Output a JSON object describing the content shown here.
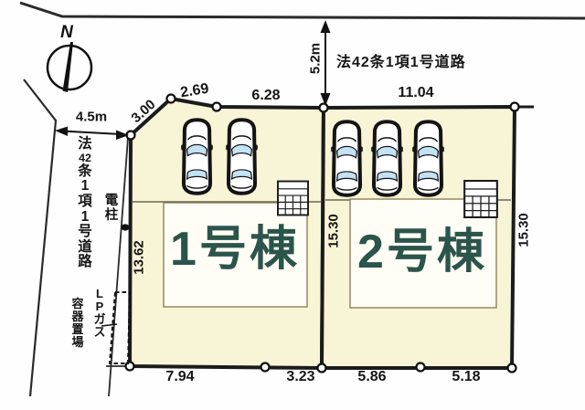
{
  "plan": {
    "compass_north_label": "N",
    "roads": {
      "top": {
        "label": "法42条1項1号道路",
        "width": "5.2m"
      },
      "left": {
        "label": "法42条1項1号道路",
        "width": "4.5m"
      }
    },
    "lots": [
      {
        "building_label": "1号棟",
        "top_dims": [
          "3.00",
          "2.69",
          "6.28"
        ],
        "left_dim": "13.62",
        "right_dim": "15.30",
        "bottom_dims": [
          "7.94",
          "3.23"
        ],
        "parking_spaces": 2
      },
      {
        "building_label": "2号棟",
        "top_dims": [
          "11.04"
        ],
        "right_dim": "15.30",
        "bottom_dims": [
          "5.86",
          "5.18"
        ],
        "parking_spaces": 3
      }
    ],
    "annotations": {
      "utility_pole": "電柱",
      "lp_gas_line1": "LPガス",
      "lp_gas_line2": "容器置場"
    },
    "colors": {
      "lot_fill": "#f8f4d6",
      "building_label": "#2b544a",
      "line": "#1b1b1b",
      "car_glass": "#c3e2f4"
    }
  }
}
